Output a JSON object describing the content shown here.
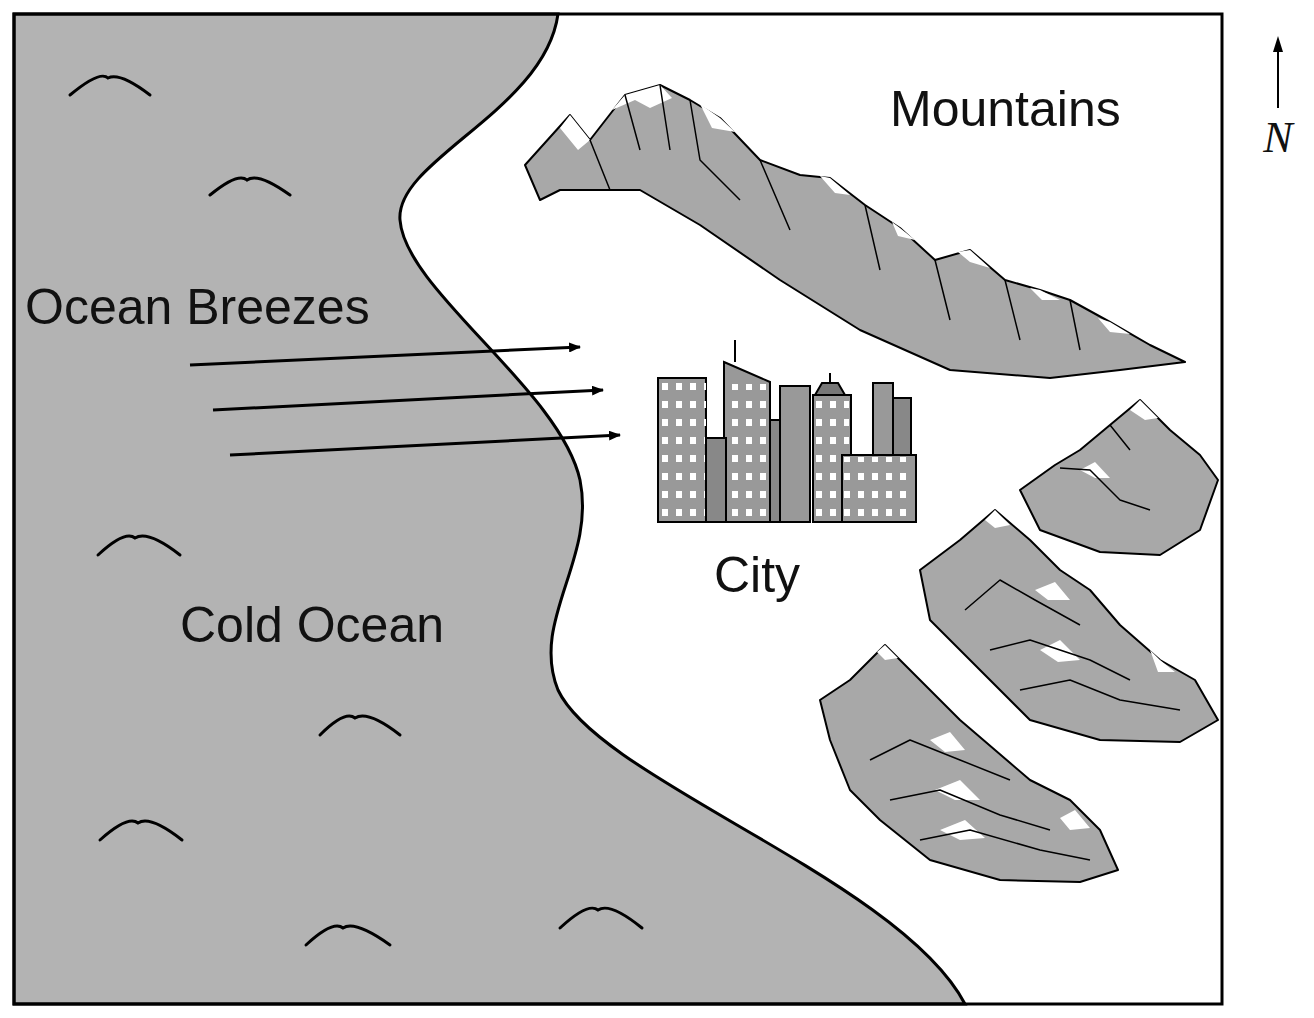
{
  "diagram": {
    "labels": [
      "Mountains",
      "Ocean Breezes",
      "City",
      "Cold Ocean",
      "N"
    ]
  }
}
